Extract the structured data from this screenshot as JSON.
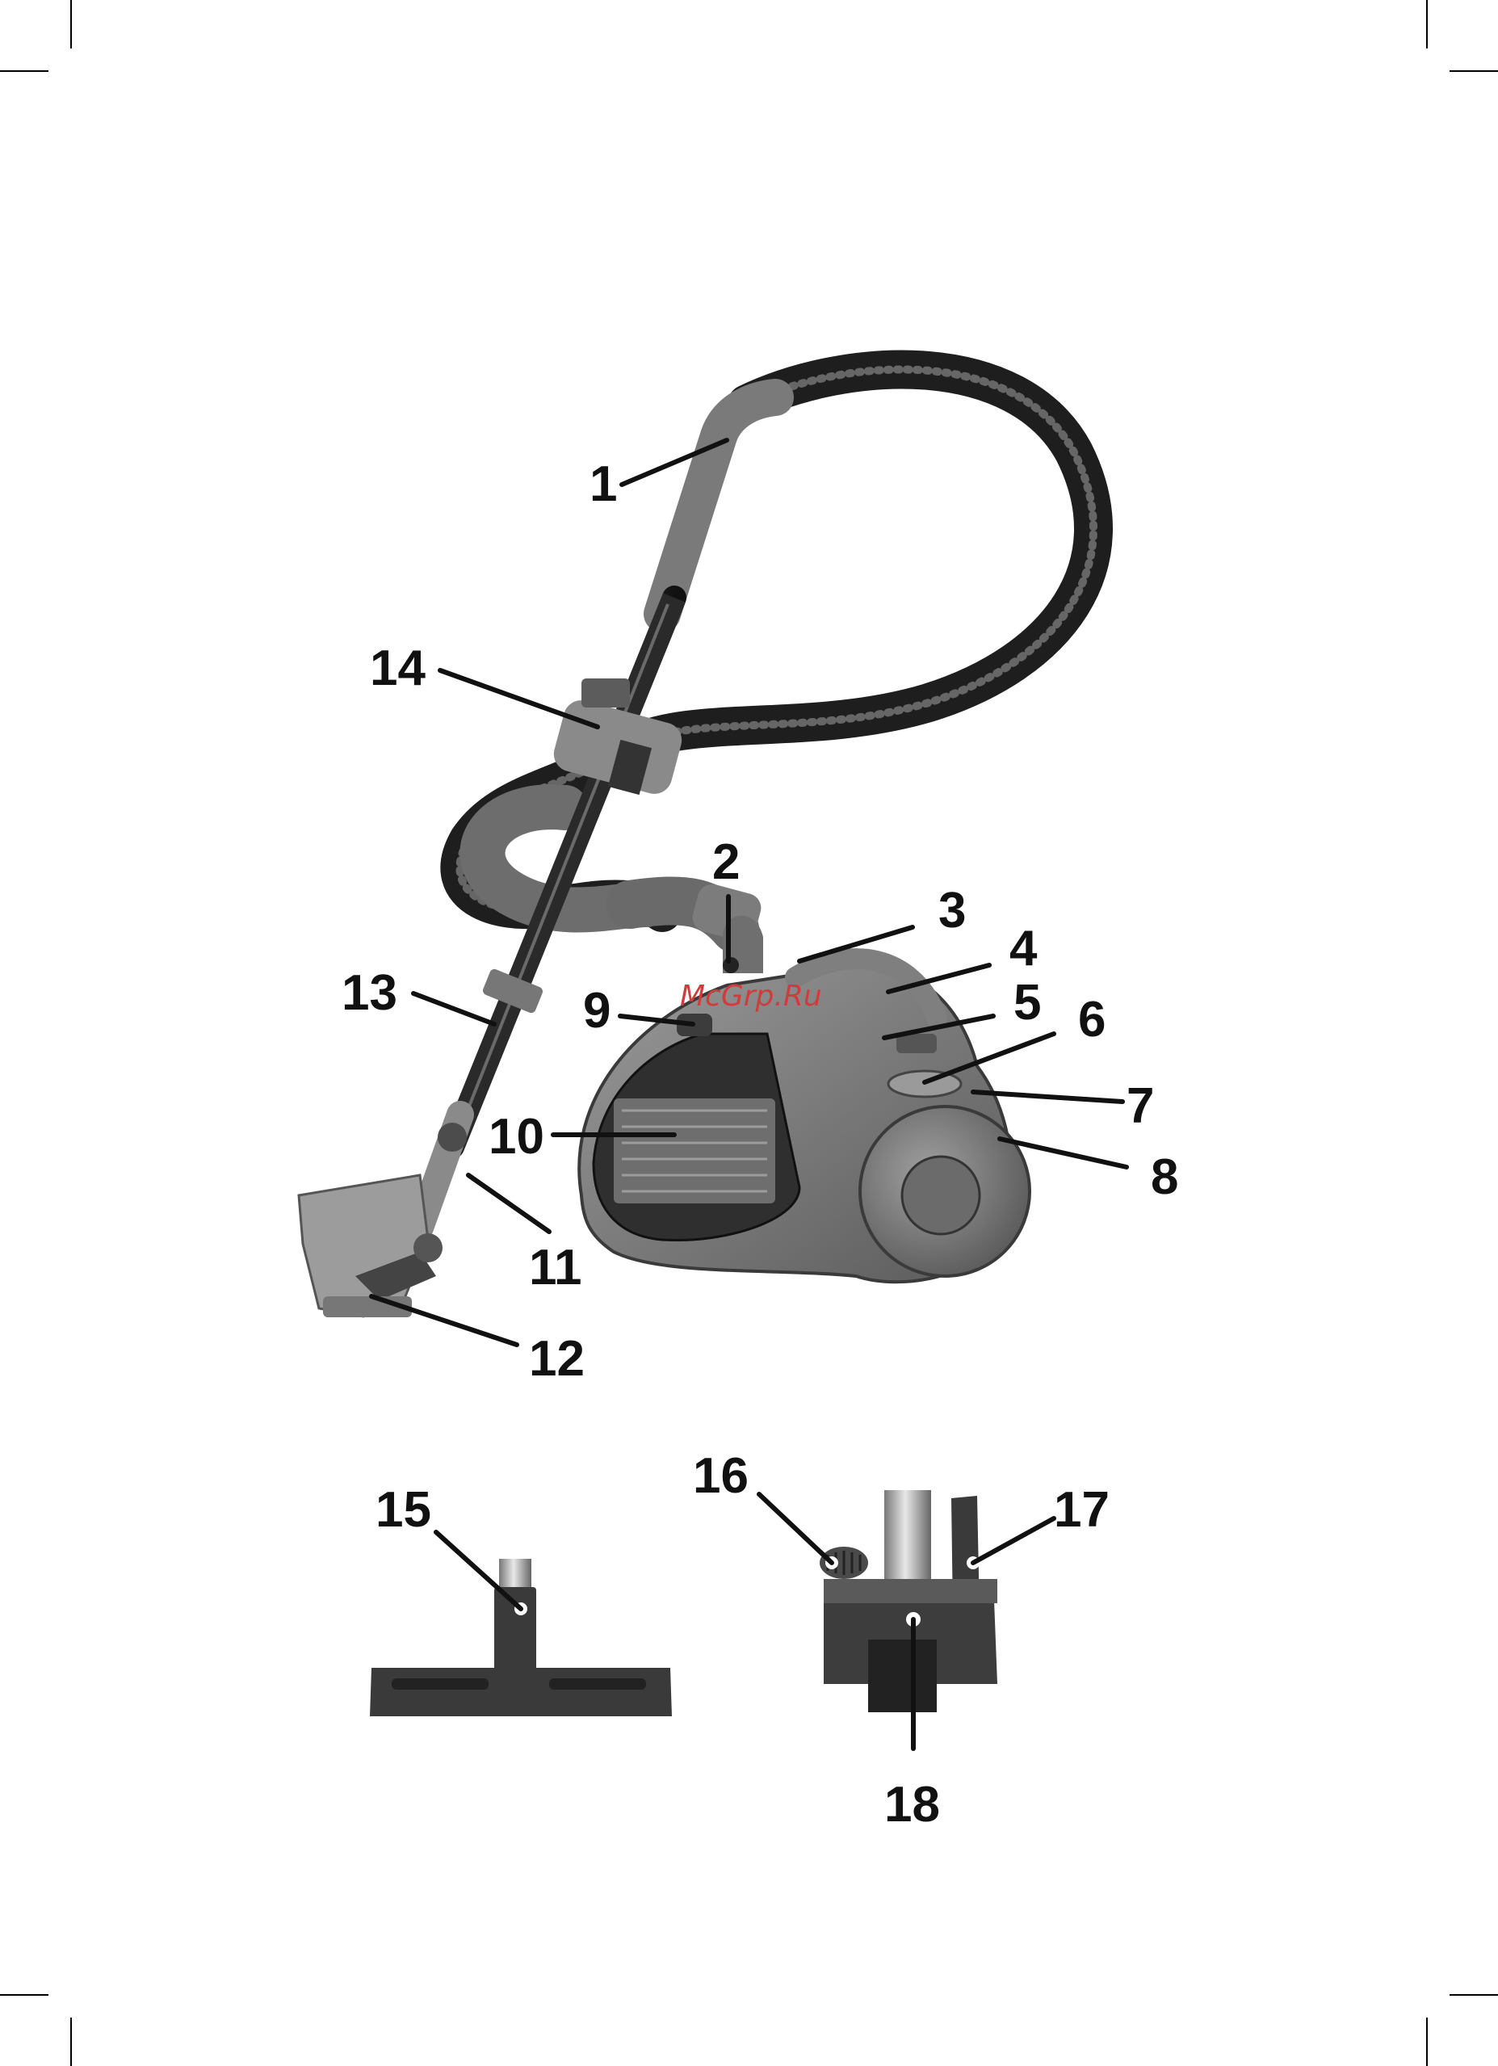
{
  "watermark": "McGrp.Ru",
  "callouts": {
    "c1": "1",
    "c2": "2",
    "c3": "3",
    "c4": "4",
    "c5": "5",
    "c6": "6",
    "c7": "7",
    "c8": "8",
    "c9": "9",
    "c10": "10",
    "c11": "11",
    "c12": "12",
    "c13": "13",
    "c14": "14",
    "c15": "15",
    "c16": "16",
    "c17": "17",
    "c18": "18"
  },
  "colors": {
    "body": "#7a7a7a",
    "dark": "#2a2a2a",
    "hose": "#3a3a3a",
    "light": "#a8a8a8"
  }
}
